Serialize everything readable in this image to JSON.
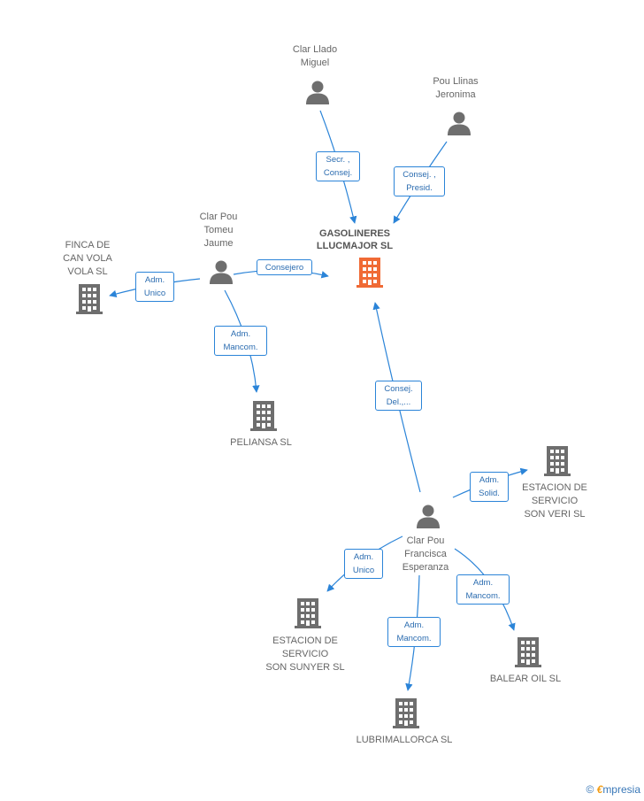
{
  "colors": {
    "edge": "#2b84d8",
    "person_icon": "#6e6e6e",
    "company_icon": "#6e6e6e",
    "main_company_icon": "#f06a35"
  },
  "main_company": {
    "name_line1": "GASOLINERES",
    "name_line2": "LLUCMAJOR SL"
  },
  "people": {
    "clar_llado": {
      "line1": "Clar Llado",
      "line2": "Miguel"
    },
    "pou_llinas": {
      "line1": "Pou Llinas",
      "line2": "Jeronima"
    },
    "clar_pou_tomeu": {
      "line1": "Clar Pou",
      "line2": "Tomeu",
      "line3": "Jaume"
    },
    "clar_pou_francisca": {
      "line1": "Clar Pou",
      "line2": "Francisca",
      "line3": "Esperanza"
    }
  },
  "companies": {
    "finca": {
      "line1": "FINCA DE",
      "line2": "CAN VOLA",
      "line3": "VOLA SL"
    },
    "peliansa": {
      "line1": "PELIANSA SL"
    },
    "son_veri": {
      "line1": "ESTACION DE",
      "line2": "SERVICIO",
      "line3": "SON VERI SL"
    },
    "son_sunyer": {
      "line1": "ESTACION DE",
      "line2": "SERVICIO",
      "line3": "SON SUNYER SL"
    },
    "balear": {
      "line1": "BALEAR OIL SL"
    },
    "lubrimallorca": {
      "line1": "LUBRIMALLORCA SL"
    }
  },
  "roles": {
    "llado_main": {
      "line1": "Secr. ,",
      "line2": "Consej."
    },
    "llinas_main": {
      "line1": "Consej. ,",
      "line2": "Presid."
    },
    "tomeu_main": {
      "line1": "Consejero"
    },
    "tomeu_finca": {
      "line1": "Adm.",
      "line2": "Unico"
    },
    "tomeu_peliansa": {
      "line1": "Adm.",
      "line2": "Mancom."
    },
    "francisca_main": {
      "line1": "Consej.",
      "line2": "Del.,..."
    },
    "francisca_sonveri": {
      "line1": "Adm.",
      "line2": "Solid."
    },
    "francisca_sonsunyer": {
      "line1": "Adm.",
      "line2": "Unico"
    },
    "francisca_lubri": {
      "line1": "Adm.",
      "line2": "Mancom."
    },
    "francisca_balear": {
      "line1": "Adm.",
      "line2": "Mancom."
    }
  },
  "brand": {
    "copyright": "©",
    "e": "€",
    "rest": "mpresia"
  }
}
